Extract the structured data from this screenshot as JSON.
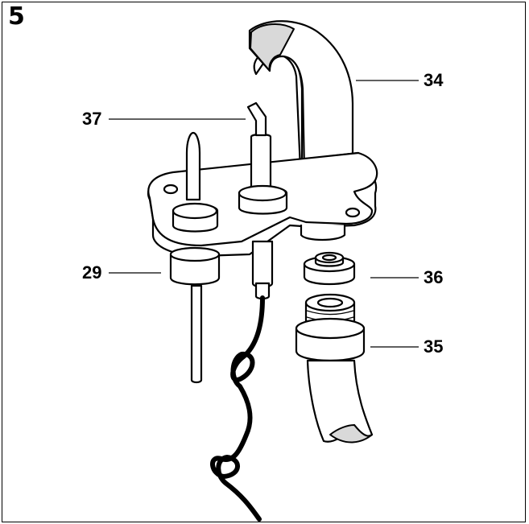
{
  "figure_number": "5",
  "callouts": {
    "c34": "34",
    "c37": "37",
    "c29": "29",
    "c36": "36",
    "c35": "35"
  },
  "colors": {
    "line": "#000000",
    "background": "#ffffff",
    "shade": "#d9d9d9"
  }
}
